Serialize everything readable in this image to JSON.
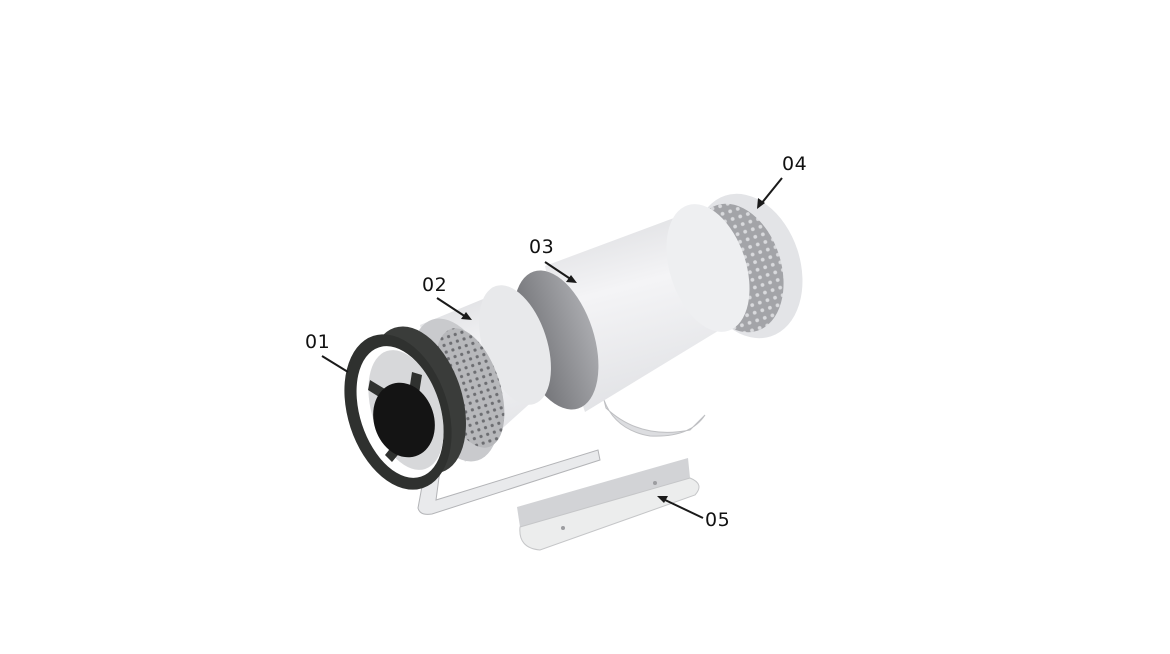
{
  "diagram": {
    "type": "exploded-view",
    "subject": "cylindrical inline duct fan / silencer assembly",
    "background": "#ffffff",
    "colors": {
      "dark_part": "#2e302e",
      "dark_center": "#141414",
      "light_part": "#e6e7ea",
      "shade": "#8e8f93",
      "perforation": "#9a9b9e",
      "arrow": "#1a1a1a"
    },
    "callouts": [
      {
        "id": "01",
        "label": "01",
        "part": "dark front fan ring with spokes and hub"
      },
      {
        "id": "02",
        "label": "02",
        "part": "short cylinder with perforated inner screen"
      },
      {
        "id": "03",
        "label": "03",
        "part": "main cylindrical body"
      },
      {
        "id": "04",
        "label": "04",
        "part": "rear cap with perforated grille"
      },
      {
        "id": "05",
        "label": "05",
        "part": "mounting bracket / base rail"
      }
    ]
  }
}
